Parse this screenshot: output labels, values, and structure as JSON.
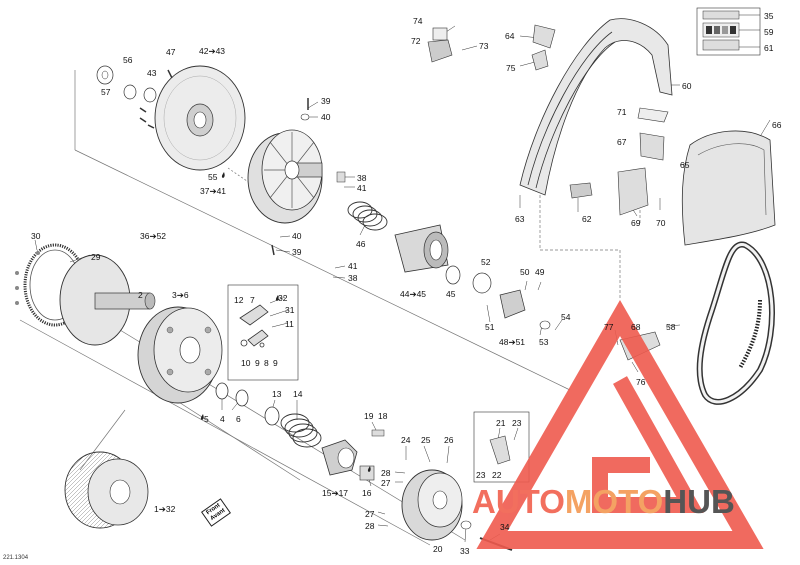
{
  "image_ref": "221.1304",
  "front_marker": {
    "line1": "Front",
    "line2": "Avant"
  },
  "watermark": {
    "part1": "AUTO",
    "part2": "MOTO",
    "part3": "HUB",
    "colors": {
      "part1": "#F26F5E",
      "part2": "#F4A263",
      "part3": "#555555",
      "triangle": "#EF5A4E"
    }
  },
  "labels": [
    "74",
    "72",
    "73",
    "64",
    "75",
    "35",
    "59",
    "61",
    "60",
    "56",
    "57",
    "43",
    "47",
    "42➔43",
    "39",
    "40",
    "71",
    "67",
    "65",
    "66",
    "55",
    "37➔41",
    "38",
    "41",
    "63",
    "62",
    "69",
    "70",
    "36➔52",
    "46",
    "30",
    "29",
    "40",
    "39",
    "41",
    "38",
    "52",
    "50",
    "49",
    "44➔45",
    "45",
    "2",
    "3➔6",
    "12",
    "7",
    "32",
    "31",
    "11",
    "51",
    "48➔51",
    "53",
    "54",
    "10",
    "9",
    "8",
    "9",
    "77",
    "68",
    "58",
    "76",
    "5",
    "4",
    "6",
    "13",
    "14",
    "19",
    "18",
    "21",
    "23",
    "24",
    "25",
    "26",
    "15➔17",
    "16",
    "28",
    "27",
    "22",
    "23",
    "27",
    "28",
    "1➔32",
    "20",
    "33",
    "34"
  ],
  "icon_names": [
    "drop-icon",
    "arrow-icon",
    "part-illustration",
    "sticker-icon",
    "washer-icon",
    "bolt-icon"
  ]
}
